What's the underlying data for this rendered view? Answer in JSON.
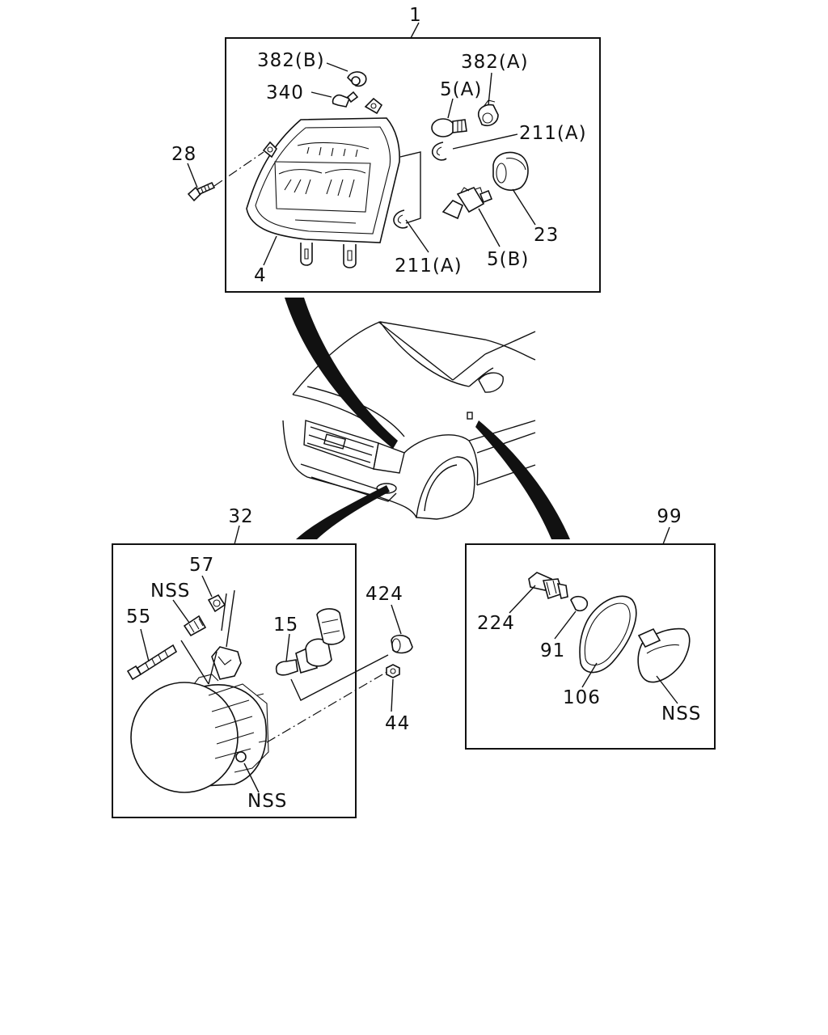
{
  "labels": {
    "l1": "1",
    "l382b": "382(B)",
    "l382a": "382(A)",
    "l340": "340",
    "l5a": "5(A)",
    "l211a_top": "211(A)",
    "l28": "28",
    "l23": "23",
    "l4": "4",
    "l211a_bot": "211(A)",
    "l5b": "5(B)",
    "l32": "32",
    "l57": "57",
    "lnss_fog_top": "NSS",
    "l55": "55",
    "l15": "15",
    "l424": "424",
    "l44": "44",
    "lnss_fog_bot": "NSS",
    "l99": "99",
    "l224": "224",
    "l91": "91",
    "l106": "106",
    "lnss_side": "NSS"
  }
}
